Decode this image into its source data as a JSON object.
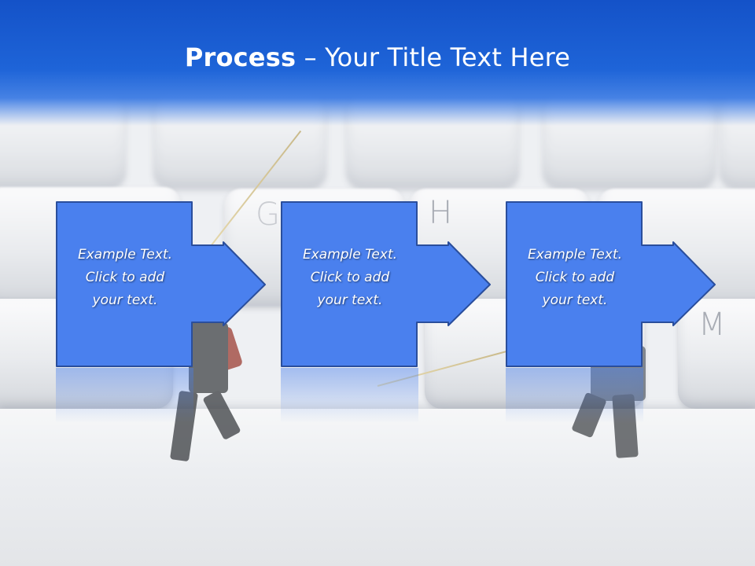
{
  "slide": {
    "title_bold": "Process",
    "title_rest": " – Your Title Text Here",
    "steps": [
      {
        "line1": "Example Text.",
        "line2": "Click  to add",
        "line3": "your text."
      },
      {
        "line1": "Example Text.",
        "line2": "Click  to add",
        "line3": "your text."
      },
      {
        "line1": "Example Text.",
        "line2": "Click  to add",
        "line3": "your text."
      }
    ],
    "background_keys": {
      "k1": "G",
      "k2": "H",
      "k3": "M"
    }
  },
  "colors": {
    "title_band": "#1A5BD0",
    "step_fill": "#4A80EE",
    "step_stroke": "#2A4E9C",
    "step_text": "#FFFFFF"
  }
}
